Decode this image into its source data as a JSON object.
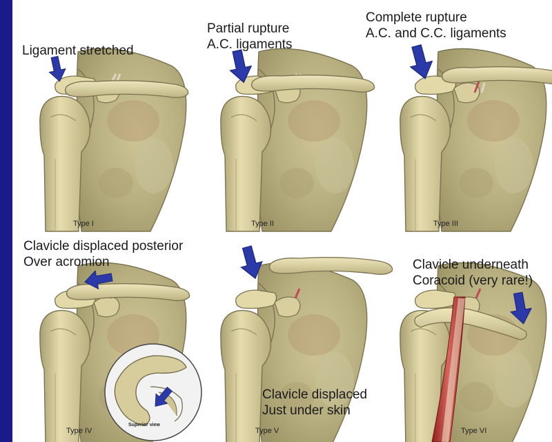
{
  "panels": [
    {
      "type_label": "Type I",
      "caption_lines": [
        "Ligament stretched"
      ]
    },
    {
      "type_label": "Type II",
      "caption_lines": [
        "Partial rupture",
        "A.C. ligaments"
      ]
    },
    {
      "type_label": "Type III",
      "caption_lines": [
        "Complete rupture",
        "A.C. and C.C. ligaments"
      ]
    },
    {
      "type_label": "Type IV",
      "caption_lines": [
        "Clavicle displaced posterior",
        "Over acromion"
      ],
      "inset_label": "Superior view"
    },
    {
      "type_label": "Type V",
      "caption_lines": [
        "Clavicle displaced",
        "Just under skin"
      ]
    },
    {
      "type_label": "Type VI",
      "caption_lines": [
        "Clavicle underneath",
        "Coracoid (very rare!)"
      ]
    }
  ],
  "colors": {
    "background": "#1a1a8a",
    "bone": "#d9cf9f",
    "bone_shadow": "#a9a070",
    "scapula": "#c8c08f",
    "arrow": "#2b3aa8",
    "ligament": "#c0485a",
    "muscle": "#b5302e"
  }
}
